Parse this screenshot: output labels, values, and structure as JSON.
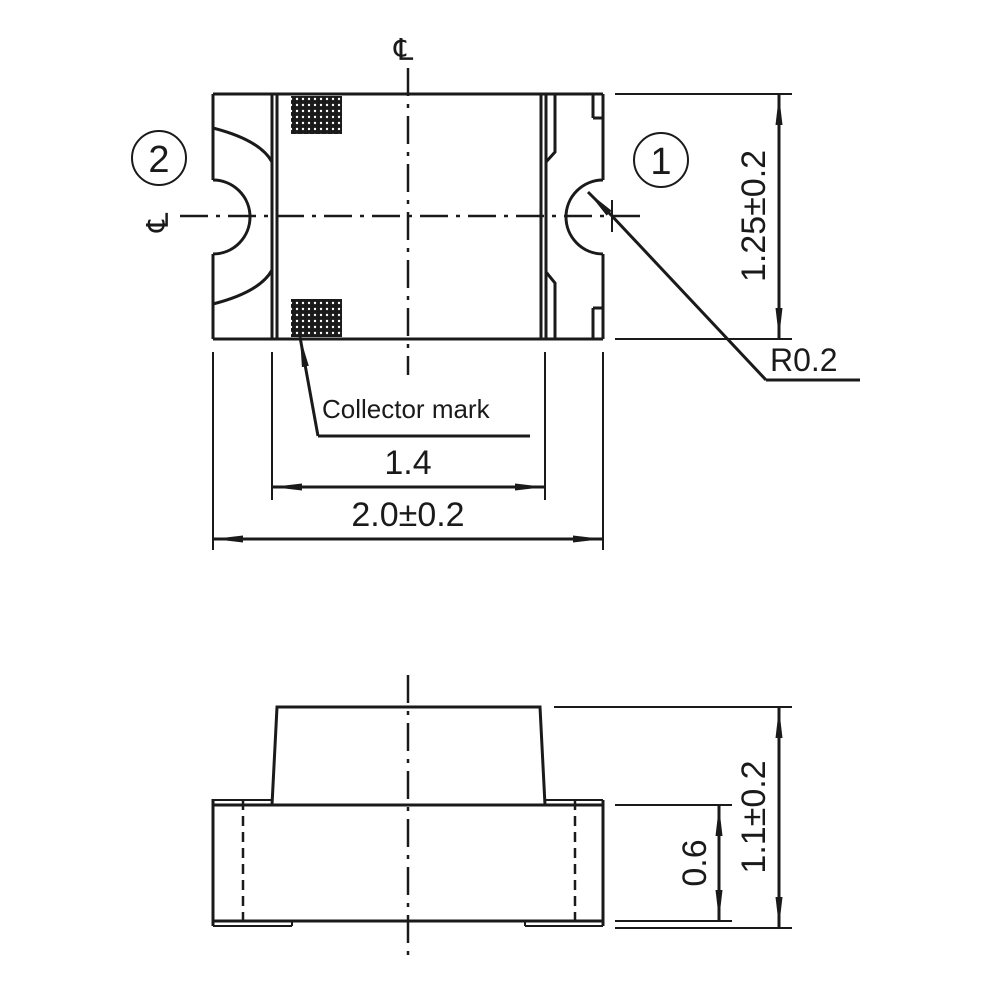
{
  "drawing": {
    "top_view": {
      "centerline_symbol": "℄",
      "pin_labels": [
        {
          "id": "pin-2",
          "label": "2"
        },
        {
          "id": "pin-1",
          "label": "1"
        }
      ],
      "dimensions": {
        "length": "2.0±0.2",
        "inner_length": "1.4",
        "width": "1.25±0.2",
        "radius": "R0.2"
      },
      "annotation": "Collector mark",
      "colors": {
        "line": "#1a1a1a",
        "background": "#ffffff"
      }
    },
    "side_view": {
      "dimensions": {
        "total_height": "1.1±0.2",
        "body_height": "0.6"
      }
    }
  }
}
